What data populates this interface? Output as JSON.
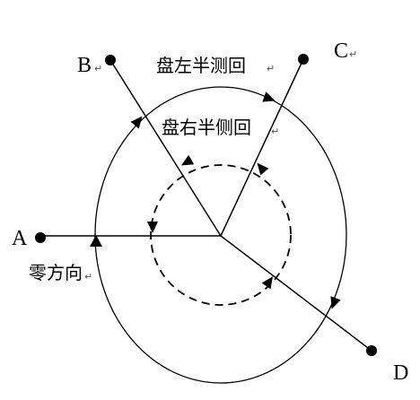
{
  "points": {
    "A": "A",
    "B": "B",
    "C": "C",
    "D": "D"
  },
  "labels": {
    "left_half": "盘左半测回",
    "right_half": "盘右半侧回",
    "zero_direction": "零方向"
  },
  "colors": {
    "stroke": "#000000",
    "background": "#ffffff"
  }
}
